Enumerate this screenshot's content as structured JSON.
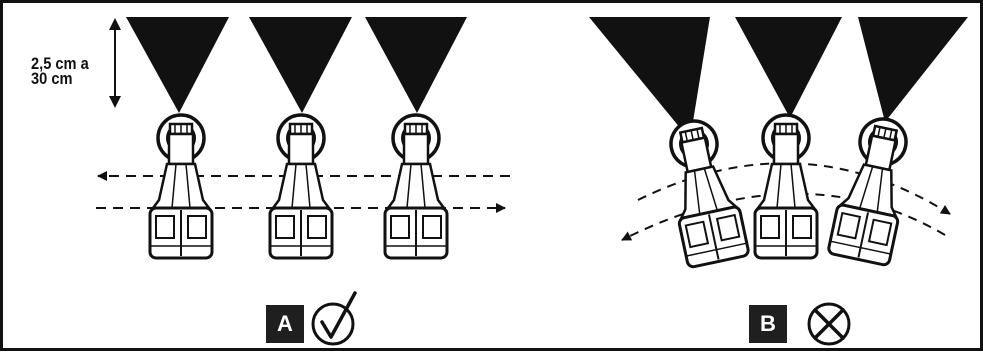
{
  "distance_label": {
    "line1": "2,5 cm a",
    "line2": "30 cm"
  },
  "panels": [
    {
      "badge": "A",
      "mark": "check-icon"
    },
    {
      "badge": "B",
      "mark": "cross-icon"
    }
  ]
}
